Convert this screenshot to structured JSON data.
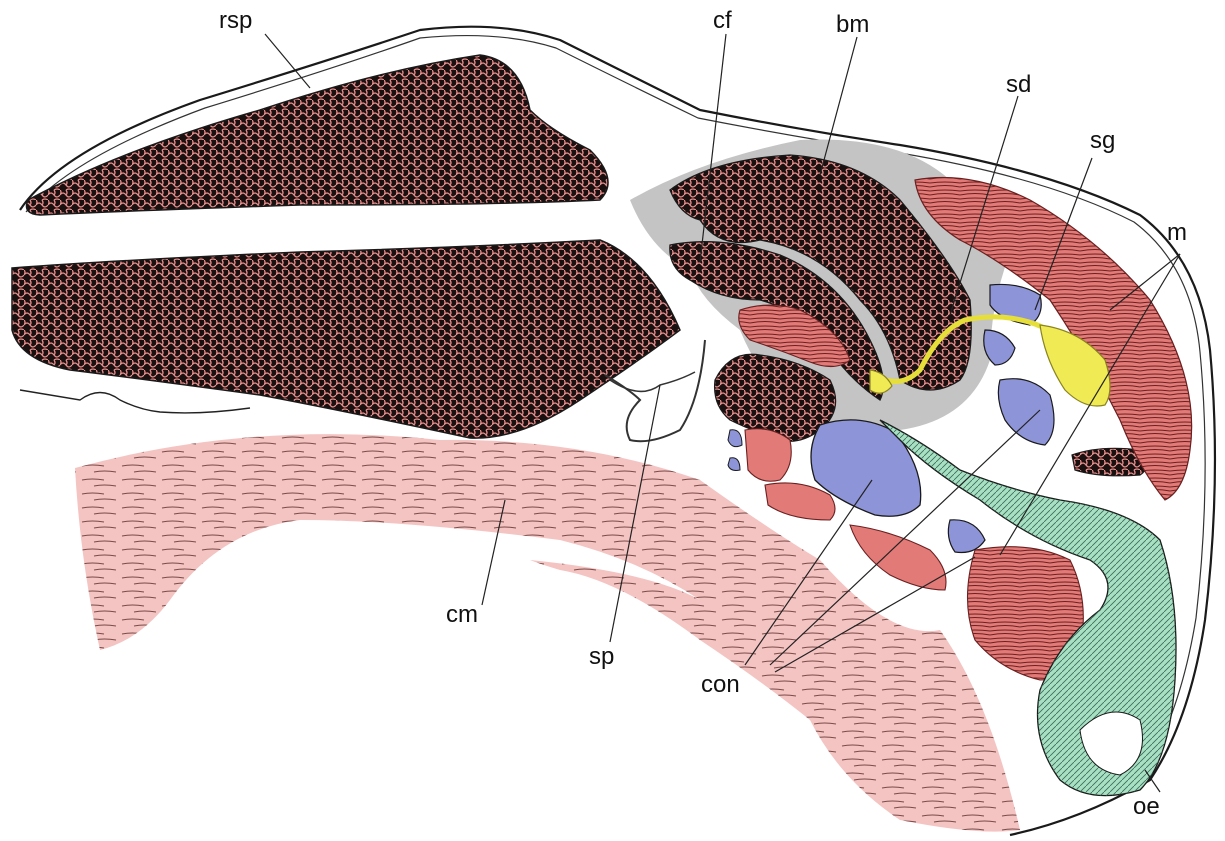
{
  "colors": {
    "cartilage": "#e88f8c",
    "cartilage_dot": "#1a1010",
    "muscle": "#e27a78",
    "cm_muscle": "#f4c4c2",
    "gray_tissue": "#c4c4c4",
    "connective": "#8e94d8",
    "oesophagus": "#a8e0c4",
    "salivary": "#f0ea55",
    "outline": "#1a1a1a"
  },
  "labels": {
    "rsp": "rsp",
    "cf": "cf",
    "bm": "bm",
    "sd": "sd",
    "sg": "sg",
    "m": "m",
    "cm": "cm",
    "sp": "sp",
    "con": "con",
    "oe": "oe"
  }
}
